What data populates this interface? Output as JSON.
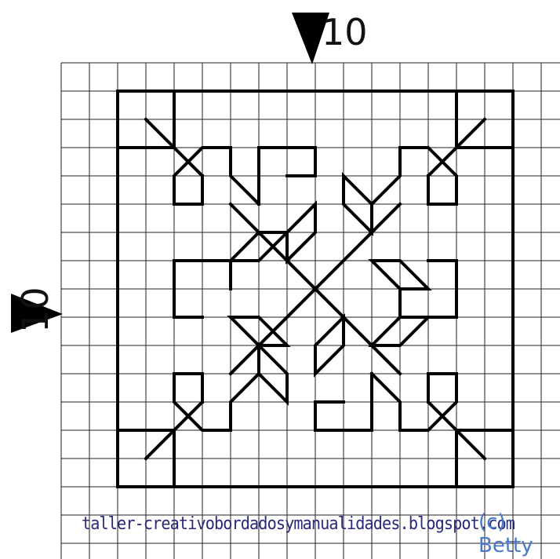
{
  "markers": {
    "top_label": "10",
    "left_label": "10"
  },
  "credits": {
    "url": "taller-creativobordadosymanualidades.blogspot.com",
    "author": "(c) Betty"
  },
  "colors": {
    "grid": "#111111",
    "stitch": "#000000",
    "url_text": "#2a2a7a",
    "author_text": "#4a78c8"
  },
  "grid": {
    "columns": 18,
    "rows": 17
  }
}
